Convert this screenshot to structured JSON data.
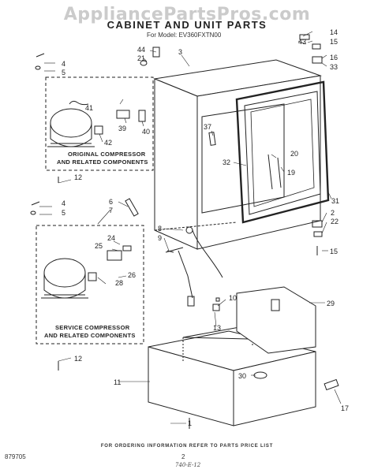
{
  "watermark": "AppliancePartsPros.com",
  "title": "CABINET AND UNIT PARTS",
  "subtitle": "For Model: EV360FXTN00",
  "box_original": [
    "ORIGINAL COMPRESSOR",
    "AND RELATED COMPONENTS"
  ],
  "box_service": [
    "SERVICE COMPRESSOR",
    "AND RELATED COMPONENTS"
  ],
  "footer": "FOR ORDERING INFORMATION REFER TO PARTS PRICE LIST",
  "doc_number": "879705",
  "page_number": "2",
  "handwritten": "740-E-12",
  "callouts": [
    "1",
    "2",
    "3",
    "4",
    "5",
    "6",
    "7",
    "8",
    "9",
    "10",
    "11",
    "12",
    "13",
    "14",
    "15",
    "16",
    "17",
    "19",
    "20",
    "21",
    "22",
    "24",
    "25",
    "26",
    "28",
    "29",
    "30",
    "31",
    "32",
    "33",
    "37",
    "39",
    "40",
    "41",
    "42",
    "43",
    "44"
  ]
}
